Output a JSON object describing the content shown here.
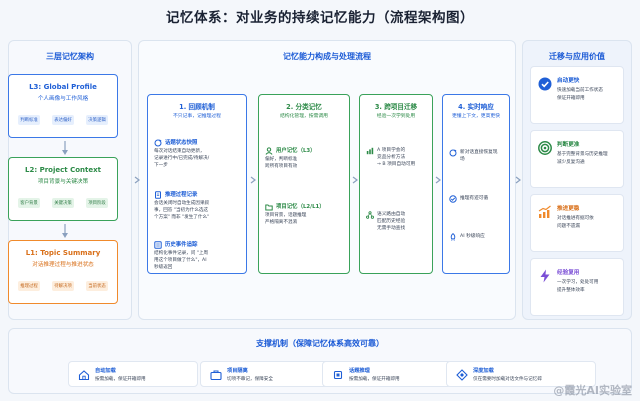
{
  "title": "记忆体系：对业务的持续记忆能力（流程架构图）",
  "left": {
    "title": "三层记忆架构",
    "tiers": [
      {
        "name": "L3: Global Profile",
        "sub": "个人画像与工作风格",
        "tags": [
          "判断标准",
          "表达偏好",
          "决策逻辑"
        ]
      },
      {
        "name": "L2: Project Context",
        "sub": "项目背景与关键决策",
        "tags": [
          "客户背景",
          "关键决策",
          "项目阶段"
        ]
      },
      {
        "name": "L1: Topic Summary",
        "sub": "对话推理过程与推进状态",
        "tags": [
          "推理过程",
          "待解决项",
          "当前状态"
        ]
      }
    ]
  },
  "middle": {
    "title": "记忆能力构成与处理流程",
    "cols": [
      {
        "head": "1. 回顾机制",
        "sub": "不只记事，记推理过程",
        "items": [
          {
            "head": "话题状态快照",
            "lines": [
              "每次对话结束自动更新，",
              "记录进行中/已完成/待解决/",
              "下一步"
            ]
          },
          {
            "head": "推理过程记录",
            "lines": [
              "会话关闭时自动生成因果叙",
              "事，回答 \"当初为什么选这",
              "个方案\" 而非 \"发生了什么\""
            ]
          },
          {
            "head": "历史事件追踪",
            "lines": [
              "结构化事件记录，问 \"上周",
              "用这个项目做了什么\"，AI",
              "秒级返回"
            ]
          }
        ]
      },
      {
        "head": "2. 分类记忆",
        "sub": "结构化管理，按需调用",
        "items": [
          {
            "head": "用户记忆（L3）",
            "lines": [
              "偏好，判断标准",
              "跨所有项目有效"
            ]
          },
          {
            "head": "项目记忆（L2/L1）",
            "lines": [
              "项目背景，话题推理",
              "严格隔离不混淆"
            ]
          }
        ]
      },
      {
        "head": "3. 跨项目迁移",
        "sub": "经验一次学到处用",
        "items": [
          {
            "lines": [
              "A 项目学会的",
              "竞品分析方法",
              "→ B 项目自动可用"
            ]
          },
          {
            "lines": [
              "语义路由自动",
              "匹配历史经验",
              "无需手动查找"
            ]
          }
        ]
      },
      {
        "head": "4. 实时响应",
        "sub": "更懂上下文，更高更快",
        "items": [
          {
            "lines": [
              "新对话直接恢复现",
              "场"
            ]
          },
          {
            "lines": [
              "推理有迹可循"
            ]
          },
          {
            "lines": [
              "AI 秒级响应"
            ]
          }
        ]
      }
    ]
  },
  "right": {
    "title": "迁移与应用价值",
    "cards": [
      {
        "name": "启动更快",
        "body": [
          "快速加载当前工作状态",
          "保证开箱即用"
        ],
        "color": "#1f5fd6",
        "icon": "check-circle-icon"
      },
      {
        "name": "判断更准",
        "body": [
          "基于完整背景与历史推理",
          "减少反复沟通"
        ],
        "color": "#2c8a47",
        "icon": "target-icon"
      },
      {
        "name": "推进更稳",
        "body": [
          "对话推进有据可依",
          "问题不遗漏"
        ],
        "color": "#f08a2c",
        "icon": "trend-up-icon"
      },
      {
        "name": "经验复用",
        "body": [
          "一次学习，处处可用",
          "提升整体效率"
        ],
        "color": "#7b4fd6",
        "icon": "lightning-icon"
      }
    ]
  },
  "bottom": {
    "title": "支撑机制（保障记忆体系高效可靠）",
    "items": [
      {
        "name": "自动加载",
        "body": "按需加载，保证开箱即用",
        "icon": "home-icon"
      },
      {
        "name": "项目隔离",
        "body": "切项不串记，保障安全",
        "icon": "briefcase-icon"
      },
      {
        "name": "话题推理",
        "body": "按需加载，保证开箱即用",
        "icon": "chip-icon"
      },
      {
        "name": "深度加载",
        "body": "仅在需要时加载对话文件与记忆碎",
        "icon": "diamond-icon"
      }
    ]
  },
  "watermark": "@霞光AI实验室"
}
